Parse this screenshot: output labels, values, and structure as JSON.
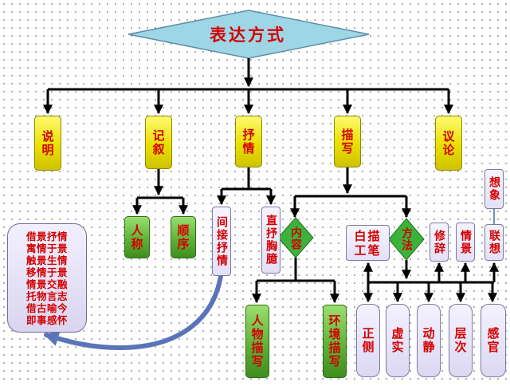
{
  "title": "表达方式",
  "methods": [
    {
      "id": "shuoming",
      "label": "说明"
    },
    {
      "id": "jixu",
      "label": "记叙"
    },
    {
      "id": "shuqing",
      "label": "抒情"
    },
    {
      "id": "miaoxie",
      "label": "描写"
    },
    {
      "id": "yilun",
      "label": "议论"
    }
  ],
  "narration_order": [
    "人称",
    "顺序"
  ],
  "lyric_types": [
    "间接抒情",
    "直抒胸臆"
  ],
  "description": {
    "content": "内容",
    "method": "方法",
    "content_items": [
      "人物描写",
      "环境描写"
    ],
    "baimiao": "白描工笔",
    "methods_row": [
      "修辞",
      "情景",
      "联想"
    ],
    "xiang": "想象",
    "bottom_items": [
      "正侧",
      "虚实",
      "动静",
      "层次",
      "感官"
    ]
  },
  "indirect_lyric_methods": [
    "借景抒情",
    "寓情于景",
    "触景生情",
    "移情于景",
    "情景交融",
    "托物言志",
    "借古喻今",
    "即事感怀"
  ],
  "colors": {
    "diamond": "#9fd6e6",
    "yellow": "#e9e000",
    "green": "#5fb337",
    "lavender": "#e4e0f6",
    "text_red": "#d40000",
    "arrow_blue": "#5a74b8"
  }
}
